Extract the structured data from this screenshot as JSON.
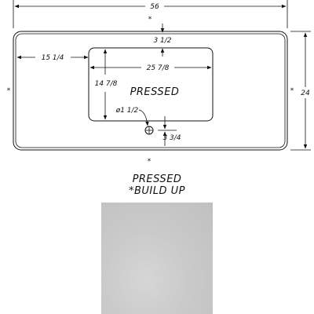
{
  "dimensions": {
    "overall_width": "56",
    "overall_depth": "24",
    "bowl_width": "25 7/8",
    "bowl_depth": "14 7/8",
    "left_offset": "15 1/4",
    "top_offset": "3 1/2",
    "faucet_hole_diameter": "ø1 1/2",
    "faucet_offset": "3 3/4"
  },
  "markers": {
    "build_up": "*"
  },
  "bowl_label": "PRESSED",
  "caption": {
    "line1": "PRESSED",
    "line2": "*BUILD UP"
  },
  "colors": {
    "line": "#111111",
    "swatch": "#c8c8c8"
  }
}
